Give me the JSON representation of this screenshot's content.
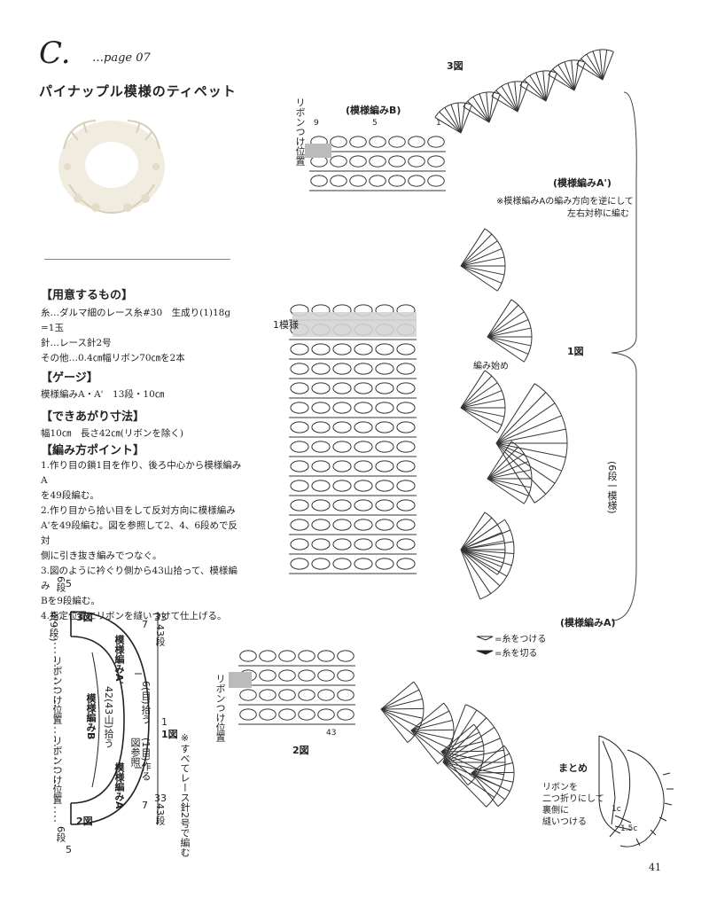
{
  "header": {
    "letter": "C.",
    "page_ref": "…page 07",
    "title": "パイナップル模様のティペット"
  },
  "materials": {
    "heading": "【用意するもの】",
    "lines": [
      "糸…ダルマ細のレース糸#30　生成り(1)18g",
      "=1玉",
      "針…レース針2号",
      "その他…0.4㎝幅リボン70㎝を2本"
    ]
  },
  "gauge": {
    "heading": "【ゲージ】",
    "lines": [
      "模様編みA・A'　13段・10㎝"
    ]
  },
  "size": {
    "heading": "【できあがり寸法】",
    "lines": [
      "幅10㎝　長さ42㎝(リボンを除く)"
    ]
  },
  "points": {
    "heading": "【編み方ポイント】",
    "lines": [
      "1.作り目の鎖1目を作り、後ろ中心から模様編みA",
      "を49段編む。",
      "2.作り目から拾い目をして反対方向に模様編み",
      "A'を49段編む。図を参照して2、4、6段めで反対",
      "側に引き抜き編みでつなぐ。",
      "3.図のように衿ぐり側から43山拾って、模様編み",
      "Bを9段編む。",
      "4.指定位置にリボンを縫いつけて仕上げる。"
    ]
  },
  "schematic": {
    "fig3": "3図",
    "fig2": "2図",
    "fig1": "1図",
    "pattern_a_prime": "模様編みA'",
    "pattern_b": "模様編みB",
    "pattern_a": "模様編みA",
    "v_6dan": "6段",
    "v_5": "5",
    "v_4_9dan": "4(9段)",
    "v_7": "7",
    "v_33": "33",
    "v_43dan": "43段",
    "v_6_pick": "6(目)拾う",
    "v_42_43yama": "42(43山)拾う",
    "v_1me": "(1目)作る",
    "v_zusansho": "図参照",
    "v_1": "1",
    "v_ribbon1": "リボンつけ位置",
    "v_ribbon2": "リボンつけ位置",
    "v_7b": "7",
    "v_33b": "33",
    "v_43danb": "43段",
    "v_6danb": "6段",
    "v_5b": "5",
    "note": "※すべてレース針2号で編む"
  },
  "diagram": {
    "fig3_label": "3図",
    "fig1_label": "1図",
    "fig2_label": "2図",
    "pattern_b_label": "(模様編みB)",
    "pattern_a_prime_label": "(模様編みA')",
    "pattern_a_label": "(模様編みA)",
    "note_a_prime": "※模様編みAの編み方向を逆にして",
    "note_a_prime2": "左右対称に編む",
    "ribbon_pos_top": "リボンつけ位置",
    "ribbon_pos_bottom": "リボンつけ位置",
    "start_label": "編み始め",
    "one_pattern": "1模様",
    "six_rows": "(6段一模様)",
    "num_9": "9",
    "num_5": "5",
    "num_1": "1",
    "num_43": "43",
    "legend_attach": "=糸をつける",
    "legend_cut": "=糸を切る"
  },
  "finishing": {
    "heading": "まとめ",
    "text": [
      "リボンを",
      "二つ折りにして",
      "裏側に",
      "縫いつける"
    ],
    "dim1": "1c",
    "dim2": "1.5c"
  },
  "page_number": "41",
  "colors": {
    "ink": "#222222",
    "highlight": "#bbbbbb"
  }
}
